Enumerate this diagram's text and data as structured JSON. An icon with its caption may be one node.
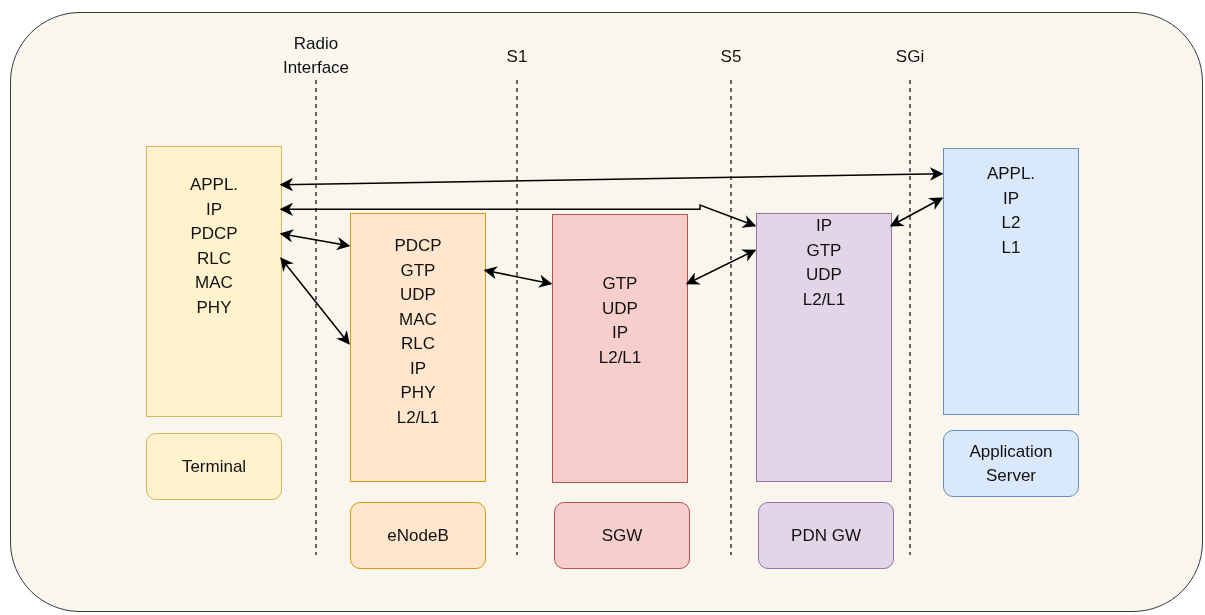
{
  "diagram": {
    "nodes": [
      {
        "text": [],
        "shape": "box"
      },
      {
        "text": [
          "APPL.",
          "IP",
          "PDCP",
          "RLC",
          "MAC",
          "PHY"
        ],
        "in": 0
      },
      {
        "text": [
          "PDCP",
          "GTP",
          "UDP",
          "MAC",
          "RLC",
          "IP",
          "PHY",
          "L2/L1"
        ],
        "in": 0
      },
      {
        "text": [
          "GTP",
          "UDP",
          "IP",
          "L2/L1"
        ],
        "in": 0
      },
      {
        "text": [
          "IP",
          "GTP",
          "UDP",
          "L2/L1"
        ],
        "in": 0
      },
      {
        "text": [
          "APPL.",
          "IP",
          "L2",
          "L1"
        ],
        "in": 0
      },
      {
        "text": [
          "Terminal"
        ],
        "in": 0
      },
      {
        "text": [
          "eNodeB"
        ],
        "in": 0
      },
      {
        "text": [
          "SGW"
        ],
        "in": 0
      },
      {
        "text": [
          "PDN GW"
        ],
        "in": 0
      },
      {
        "text": [
          "Application Server"
        ],
        "in": 0
      }
    ],
    "edges": [
      {
        "from": 1,
        "to": 5,
        "arrow": "both"
      },
      {
        "from": 1,
        "to": 4,
        "arrow": "both"
      },
      {
        "from": 1,
        "to": 2,
        "arrow": "both"
      },
      {
        "from": 1,
        "to": 2,
        "arrow": "both"
      },
      {
        "from": 2,
        "to": 3,
        "arrow": "both"
      },
      {
        "from": 3,
        "to": 4,
        "arrow": "both"
      },
      {
        "from": 4,
        "to": 5,
        "arrow": "both"
      }
    ],
    "labels": [
      "Radio Interface",
      "S1",
      "S5",
      "SGi"
    ]
  }
}
